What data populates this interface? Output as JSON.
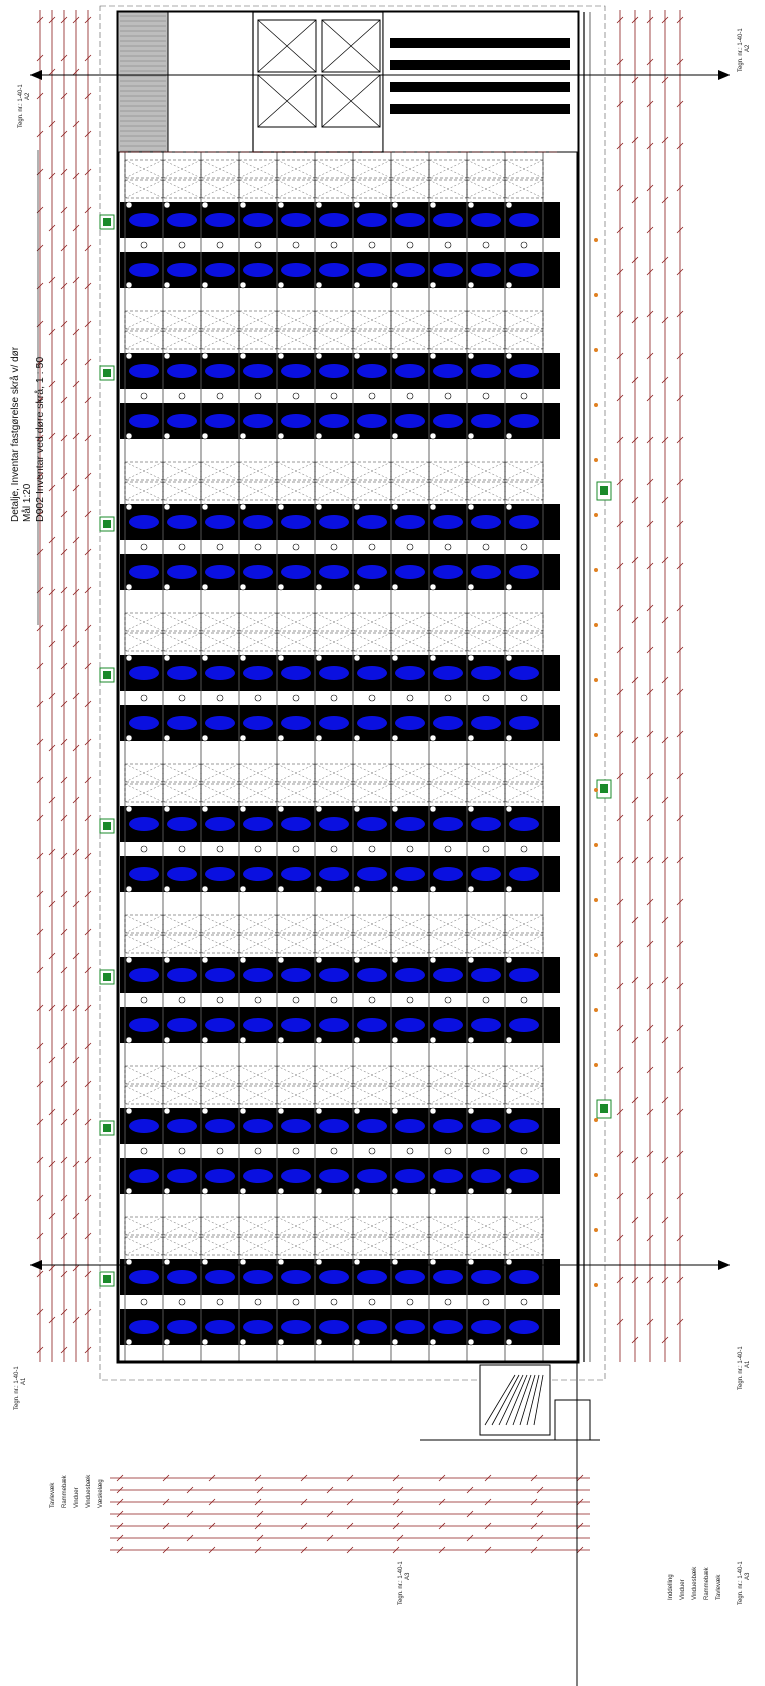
{
  "title_block": {
    "line1": "Detalje, Inventar fastgørelse skrå v/ dør",
    "line2": "Mål 1:20",
    "line3": "D902 Inventar ved døre skrå,   1 : 50"
  },
  "section_refs": {
    "top_left": "Tegn. nr.: 1-40-1",
    "top_left_sub": "A2",
    "top_right": "Tegn. nr.: 1-40-1",
    "top_right_sub": "A2",
    "bottom_left": "Tegn. nr.: 1-40-1",
    "bottom_left_sub": "A1",
    "bottom_right": "Tegn. nr.: 1-40-1",
    "bottom_right_sub": "A1",
    "bottom_center": "Tegn. nr.: 1-40-1",
    "bottom_center_sub": "A3",
    "bottom_center2": "Tegn. nr.: 1-40-1",
    "bottom_center2_sub": "A3"
  },
  "colors": {
    "dimension": "#8b1a1a",
    "fill_dark": "#000000",
    "equipment": "#0a10e0",
    "exit_sign": "#1a8a2a",
    "marker": "#e08020",
    "line": "#111111"
  },
  "legend_left": [
    "Tavlevæk",
    "Rammebæk",
    "Vinduer",
    "Vinduesbæk",
    "Væskelæg"
  ],
  "legend_right": [
    "Inddelling",
    "Vinduer",
    "Vinduesbæk",
    "Rammebæk",
    "Tavlevæk"
  ],
  "icons": {
    "exit": "emergency-exit-sign",
    "arrow": "section-arrow"
  }
}
